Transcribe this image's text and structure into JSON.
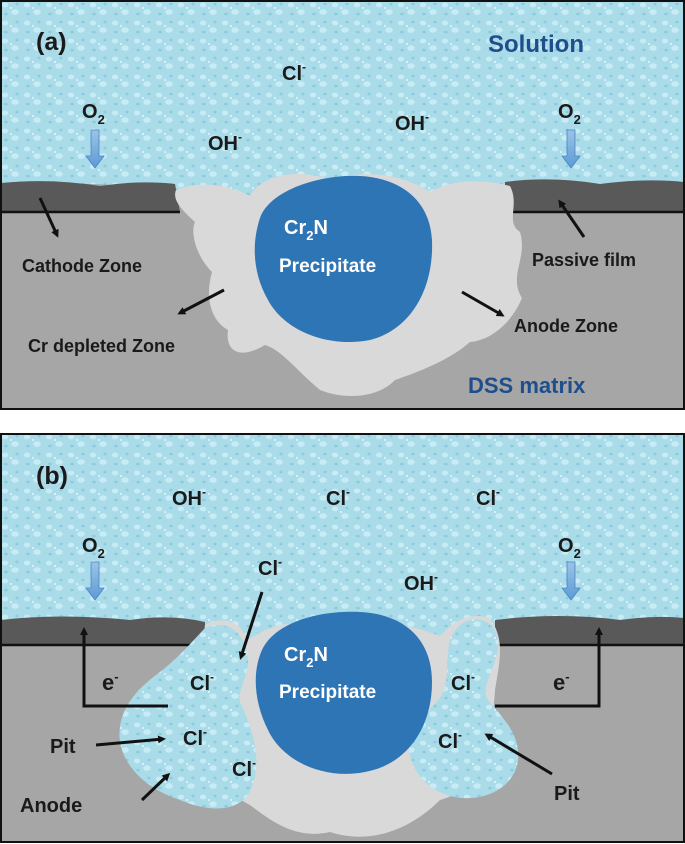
{
  "colors": {
    "solution": "#a9dbe8",
    "matrix": "#a6a6a6",
    "passive_film": "#595959",
    "depleted_zone": "#d9d9d9",
    "precipitate": "#2e75b6",
    "blue_text": "#1f4e8c",
    "o2_arrow": "#5b9bd5"
  },
  "panel_a": {
    "tag": "(a)",
    "solution_label": "Solution",
    "matrix_label": "DSS matrix",
    "o2": "O",
    "o2_sub": "2",
    "cl": "Cl",
    "oh": "OH",
    "ion_charge": "-",
    "precipitate_line1": "Cr",
    "precipitate_sub": "2",
    "precipitate_n": "N",
    "precipitate_line2": "Precipitate",
    "cathode_zone": "Cathode Zone",
    "passive_film": "Passive film",
    "cr_depleted_zone": "Cr depleted Zone",
    "anode_zone": "Anode Zone"
  },
  "panel_b": {
    "tag": "(b)",
    "o2": "O",
    "o2_sub": "2",
    "cl": "Cl",
    "oh": "OH",
    "ion_charge": "-",
    "electron": "e",
    "electron_charge": "-",
    "precipitate_line1": "Cr",
    "precipitate_sub": "2",
    "precipitate_n": "N",
    "precipitate_line2": "Precipitate",
    "pit_left": "Pit",
    "pit_right": "Pit",
    "anode": "Anode"
  }
}
